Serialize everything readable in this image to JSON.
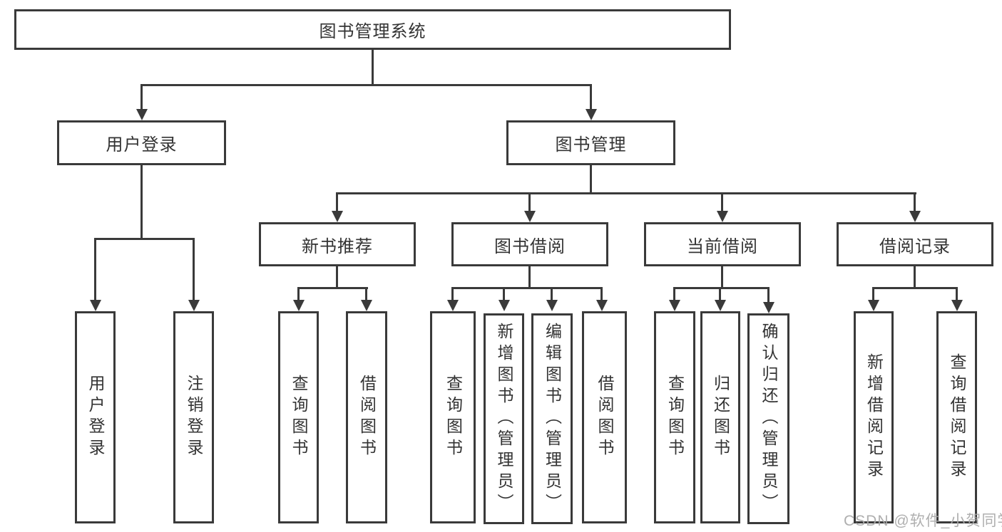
{
  "diagram": {
    "root": "图书管理系统",
    "level2": [
      {
        "label": "用户登录",
        "children": [
          "用户登录",
          "注销登录"
        ]
      },
      {
        "label": "图书管理",
        "sections": [
          {
            "label": "新书推荐",
            "children": [
              "查询图书",
              "借阅图书"
            ]
          },
          {
            "label": "图书借阅",
            "children": [
              "查询图书",
              "新增图书（管理员）",
              "编辑图书（管理员）",
              "借阅图书"
            ]
          },
          {
            "label": "当前借阅",
            "children": [
              "查询图书",
              "归还图书",
              "确认归还（管理员）"
            ]
          },
          {
            "label": "借阅记录",
            "children": [
              "新增借阅记录",
              "查询借阅记录"
            ]
          }
        ]
      }
    ]
  },
  "colors": {
    "line": "#3a3a3a",
    "text": "#333333",
    "watermark": "#a8a8a8",
    "background": "#ffffff"
  },
  "watermark": "CSDN @软件_小贺同学"
}
